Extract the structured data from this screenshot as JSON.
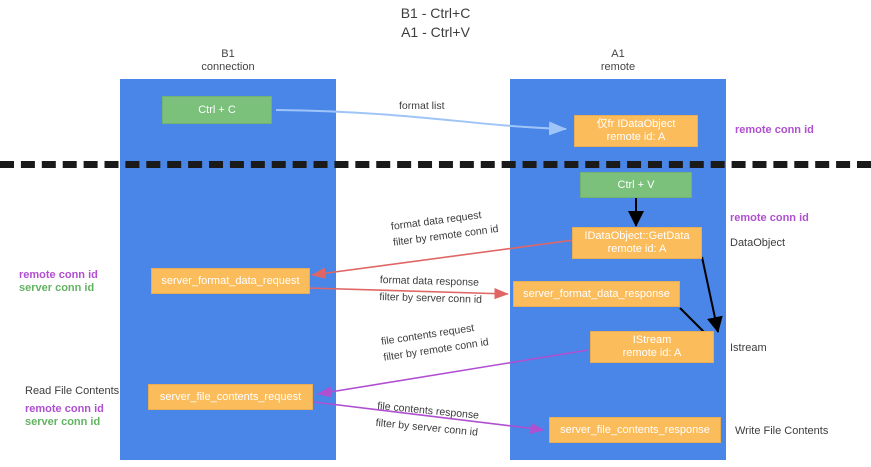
{
  "title": {
    "line1": "B1 - Ctrl+C",
    "line2": "A1 - Ctrl+V"
  },
  "columns": [
    {
      "id": "b1",
      "header": "B1\nconnection"
    },
    {
      "id": "a1",
      "header": "A1\nremote"
    }
  ],
  "nodes": {
    "ctrl_c": {
      "line1": "Ctrl + C",
      "line2": ""
    },
    "idataobject_remote": {
      "line1": "仅fr IDataObject",
      "line2": "remote id: A"
    },
    "ctrl_v": {
      "line1": "Ctrl + V",
      "line2": ""
    },
    "idataobject_getdata": {
      "line1": "IDataObject::GetData",
      "line2": "remote id: A"
    },
    "server_format_data_request": {
      "line1": "server_format_data_request",
      "line2": ""
    },
    "server_format_data_response": {
      "line1": "server_format_data_response",
      "line2": ""
    },
    "istream": {
      "line1": "IStream",
      "line2": "remote id: A"
    },
    "server_file_contents_request": {
      "line1": "server_file_contents_request",
      "line2": ""
    },
    "server_file_contents_response": {
      "line1": "server_file_contents_response",
      "line2": ""
    }
  },
  "edge_labels": {
    "format_list": {
      "top": "format list",
      "bottom": "",
      "bottom_hl": ""
    },
    "format_data_request": {
      "top": "format data request",
      "bottom": "filter by ",
      "bottom_hl": "remote conn id"
    },
    "format_data_response": {
      "top": "format data response",
      "bottom": "filter by ",
      "bottom_hl": "server conn id"
    },
    "file_contents_request": {
      "top": "file contents request",
      "bottom": "filter by ",
      "bottom_hl": "remote conn id"
    },
    "file_contents_response": {
      "top": "file contents response",
      "bottom": "filter by ",
      "bottom_hl": "server conn id"
    }
  },
  "side_labels": {
    "right_remote_conn_id_top": "remote conn id",
    "right_remote_conn_id_mid": "remote conn id",
    "right_dataobject": "DataObject",
    "right_istream": "Istream",
    "right_write_file_contents": "Write File Contents",
    "left_remote_conn_id_mid": "remote conn id",
    "left_server_conn_id_mid": "server conn id",
    "left_read_file_contents": "Read File Contents",
    "left_remote_conn_id_bottom": "remote conn id",
    "left_server_conn_id_bottom": "server conn id"
  },
  "colors": {
    "column_blue": "#4a86e8",
    "node_orange": "#fbbc5c",
    "node_green": "#7bc07b",
    "arrow_blue": "#9fc5f8",
    "arrow_red": "#e06666",
    "arrow_magenta": "#b04fd0",
    "arrow_black": "#000000",
    "text_purple": "#b04fd0",
    "text_green": "#63b363",
    "divider": "#1a1a1a"
  }
}
